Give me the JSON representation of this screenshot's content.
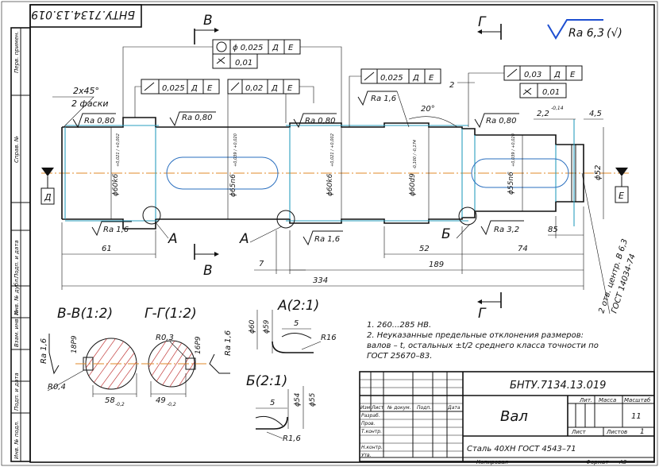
{
  "document": {
    "code": "БНТУ.7134.13.019",
    "code_upside_down": "БНТУ.7134.13.019"
  },
  "side_stamp": {
    "labels": [
      "Перв. примен.",
      "Справ. №",
      "Подп. и дата",
      "Инв. № дубл.",
      "Взам. инв. №",
      "Подп. и дата",
      "Инв. № подл."
    ]
  },
  "roughness_general": {
    "value": "Ra 6,3",
    "suffix": "(√)"
  },
  "sections": {
    "b_mark": "В",
    "g_mark": "Г",
    "a_mark": "А",
    "ab_mark": "Б",
    "bb_title": "В-В(1:2)",
    "gg_title": "Г-Г(1:2)",
    "a_detail_title": "А(2:1)",
    "b_detail_title": "Б(2:1)"
  },
  "datums": {
    "d": "Д",
    "e": "Е"
  },
  "tolerance_frames": {
    "f1_value": "ϕ 0,025",
    "f1_ref1": "Д",
    "f1_ref2": "Е",
    "f2_value": "0,01",
    "f3_value": "0,025",
    "f3_ref1": "Д",
    "f3_ref2": "Е",
    "f4_value": "0,02",
    "f4_ref1": "Д",
    "f4_ref2": "Е",
    "f5_value": "0,025",
    "f5_ref1": "Д",
    "f5_ref2": "Е",
    "f6_value": "0,03",
    "f6_ref1": "Д",
    "f6_ref2": "Е",
    "f7_value": "0,01"
  },
  "annotations": {
    "chamfer": "2х45°",
    "chamfer_note": "2 фаски",
    "ra_080_a": "Ra 0,80",
    "ra_080_b": "Ra 0,80",
    "ra_080_c": "Ra 0,80",
    "ra_080_d": "Ra 0,80",
    "ra_16_a": "Ra 1,6",
    "ra_16_b": "Ra 1,6",
    "ra_16_c": "Ra 1,6",
    "ra_32": "Ra 3,2",
    "angle_20": "20°",
    "dim_2": "2",
    "dim_22": "2,2",
    "dim_22_tol": "-0,14",
    "dim_45": "4,5",
    "center_holes": "2 отв. центр. В 6,3",
    "center_holes_std": "ГОСТ 14034-74"
  },
  "diameters": {
    "d60k6_left": "ϕ60k6",
    "d60k6_left_tol": "+0,021 / +0,002",
    "d65n6": "ϕ65n6",
    "d65n6_tol": "+0,039 / +0,020",
    "d60k6_right": "ϕ60k6",
    "d60k6_right_tol": "+0,021 / +0,002",
    "d60d9": "ϕ60d9",
    "d60d9_tol": "-0,100 / -0,174",
    "d55n6": "ϕ55n6",
    "d55n6_tol": "+0,039 / +0,020",
    "d52": "ϕ52"
  },
  "lengths": {
    "l61": "61",
    "l7": "7",
    "l52": "52",
    "l189": "189",
    "l74": "74",
    "l85": "85",
    "l334": "334"
  },
  "section_dims": {
    "bb_key": "18P9",
    "bb_depth": "58",
    "bb_depth_tol": "-0,2",
    "bb_radius": "R0,4",
    "bb_ra": "Ra 1,6",
    "gg_key": "16P9",
    "gg_depth": "49",
    "gg_depth_tol": "-0,2",
    "gg_radius": "R0,3",
    "gg_ra": "Ra 1,6",
    "a_d60": "ϕ60",
    "a_d59": "ϕ59",
    "a_5": "5",
    "a_r16": "R16",
    "b_5": "5",
    "b_d54": "ϕ54",
    "b_d55": "ϕ55",
    "b_r16": "R1,6"
  },
  "notes": {
    "n1": "1. 260...285 НВ.",
    "n2": "2. Неуказанные предельные отклонения размеров:",
    "n3": "валов – t, остальных ±t/2 среднего класса точности по",
    "n4": "ГОСТ 25670–83."
  },
  "title_block": {
    "code": "БНТУ.7134.13.019",
    "name": "Вал",
    "material": "Сталь 40ХН ГОСТ 4543–71",
    "col_izm": "Изм",
    "col_list": "Лист",
    "col_doc": "№ докум.",
    "col_sign": "Подп.",
    "col_date": "Дата",
    "row_razrab": "Разраб.",
    "row_prov": "Пров.",
    "row_tkontr": "Т.контр.",
    "row_nkontr": "Н.контр.",
    "row_utv": "Утв.",
    "lit": "Лит.",
    "mass": "Масса",
    "scale": "Масштаб",
    "scale_value": "11",
    "sheet": "Лист",
    "sheets": "Листов",
    "sheets_value": "1",
    "copied": "Копировал",
    "format": "Формат",
    "format_value": "А3"
  }
}
